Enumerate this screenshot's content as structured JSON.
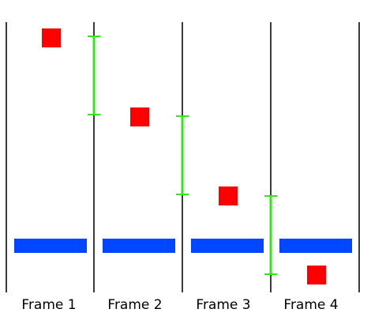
{
  "colors": {
    "background": "#ffffff",
    "divider": "#3a3a3a",
    "object": "#ff0000",
    "platform": "#0048ff",
    "displacement": "#33e51b"
  },
  "frames": [
    {
      "label": "Frame 1",
      "object_step": 0,
      "displacement_arrow": true
    },
    {
      "label": "Frame 2",
      "object_step": 1,
      "displacement_arrow": true
    },
    {
      "label": "Frame 3",
      "object_step": 2,
      "displacement_arrow": true
    },
    {
      "label": "Frame 4",
      "object_step": 3,
      "displacement_arrow": false
    }
  ]
}
